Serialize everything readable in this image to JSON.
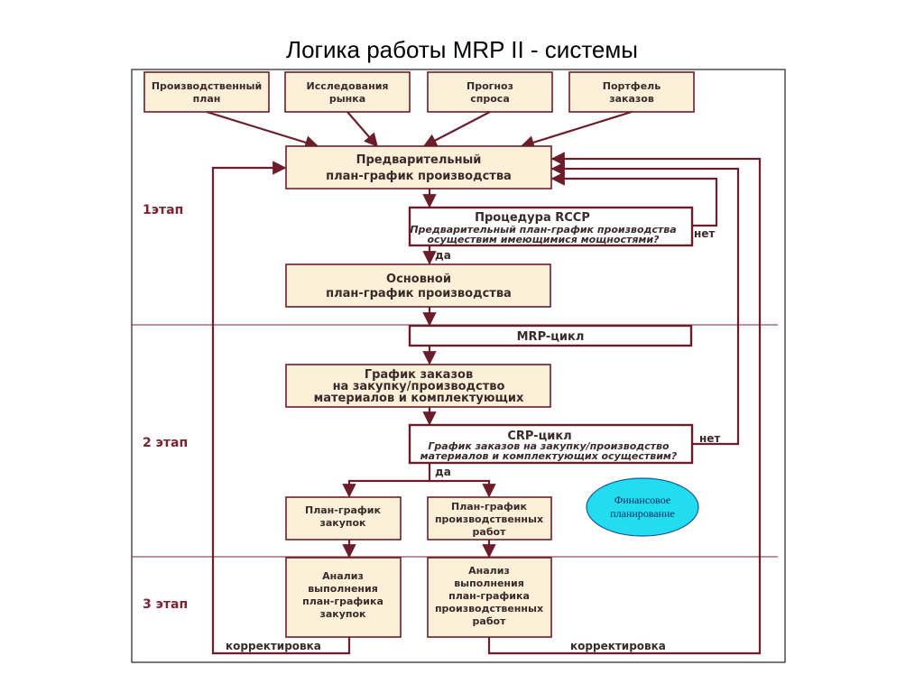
{
  "title": "Логика работы  MRP II - системы",
  "inputs": [
    [
      "Производственный",
      "план"
    ],
    [
      "Исследования",
      "рынка"
    ],
    [
      "Прогноз",
      "спроса"
    ],
    [
      "Портфель",
      "заказов"
    ]
  ],
  "preliminary": [
    "Предварительный",
    "план-график производства"
  ],
  "rccp": {
    "title": "Процедура RCCP",
    "question": [
      "Предварительный план-график производства",
      "осуществим имеющимися мощностями?"
    ]
  },
  "no_label": "нет",
  "yes_label": "да",
  "master": [
    "Основной",
    "план-график производства"
  ],
  "mrp": "MRP-цикл",
  "orders": [
    "График заказов",
    "на закупку/производство",
    "материалов и комплектующих"
  ],
  "crp": {
    "title": "CRP-цикл",
    "question": [
      "График заказов на закупку/производство",
      "материалов и комплектующих осуществим?"
    ]
  },
  "purchase_plan": [
    "План-график",
    "закупок"
  ],
  "production_plan": [
    "План-график",
    "производственных",
    "работ"
  ],
  "analysis_purchase": [
    "Анализ",
    "выполнения",
    "план-графика",
    "закупок"
  ],
  "analysis_production": [
    "Анализ",
    "выполнения",
    "план-графика",
    "производственных",
    "работ"
  ],
  "correction_label": "корректировка",
  "finance": [
    "Финансовое",
    "планирование"
  ],
  "stages": [
    "1этап",
    "2 этап",
    "3 этап"
  ]
}
